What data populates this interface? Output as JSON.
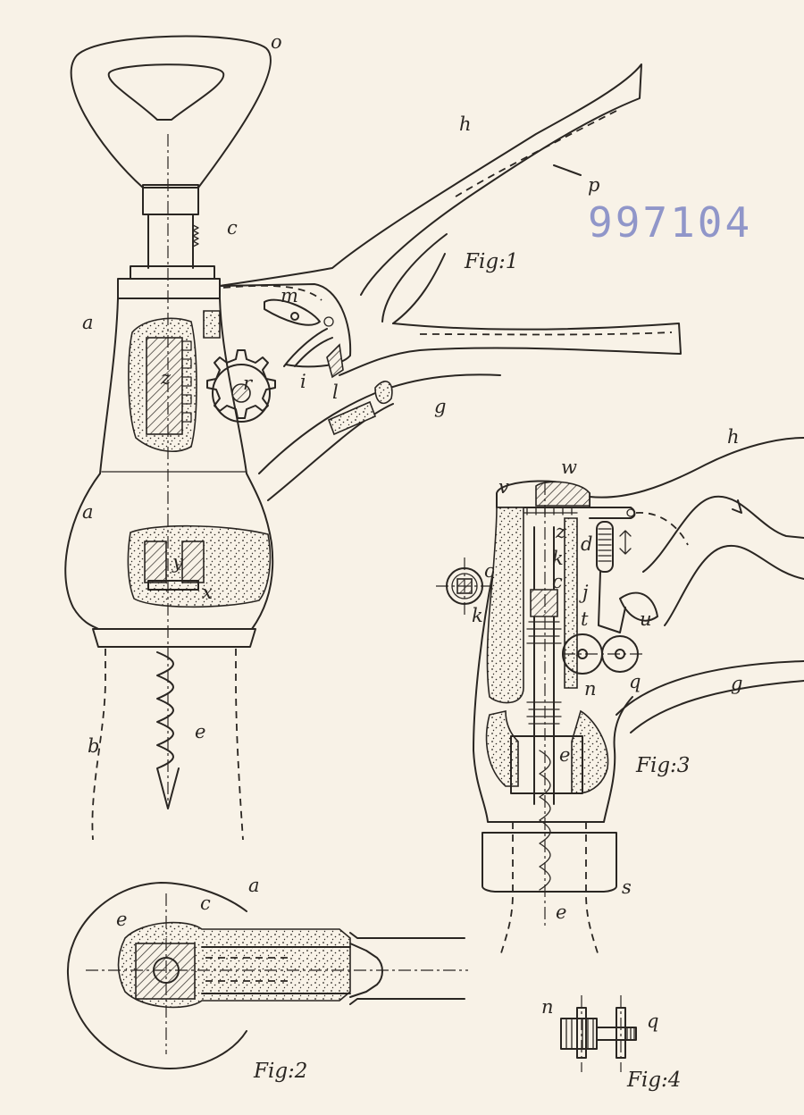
{
  "stamp": {
    "number": "997104",
    "color": "#7f86c4"
  },
  "figures": {
    "fig1": "Fig:1",
    "fig2": "Fig:2",
    "fig3": "Fig:3",
    "fig4": "Fig:4"
  },
  "labels": {
    "fig1": {
      "o": "o",
      "c": "c",
      "h": "h",
      "p": "p",
      "a_upper": "a",
      "a_lower": "a",
      "m": "m",
      "r": "r",
      "i": "i",
      "l": "l",
      "g": "g",
      "y": "y",
      "x": "x",
      "e": "e",
      "b": "b",
      "z": "z"
    },
    "fig2": {
      "a": "a",
      "c": "c",
      "e": "e"
    },
    "fig3": {
      "h": "h",
      "v": "v",
      "w": "w",
      "z": "z",
      "k": "k",
      "c": "c",
      "d": "d",
      "j": "j",
      "t": "t",
      "u": "u",
      "n": "n",
      "q": "q",
      "g": "g",
      "e_upper": "e",
      "e_lower": "e",
      "s": "s"
    },
    "detail": {
      "c": "c",
      "k": "k"
    },
    "fig4": {
      "n": "n",
      "q": "q"
    }
  },
  "colors": {
    "ink": "#2a2622",
    "paper": "#f8f2e7"
  }
}
